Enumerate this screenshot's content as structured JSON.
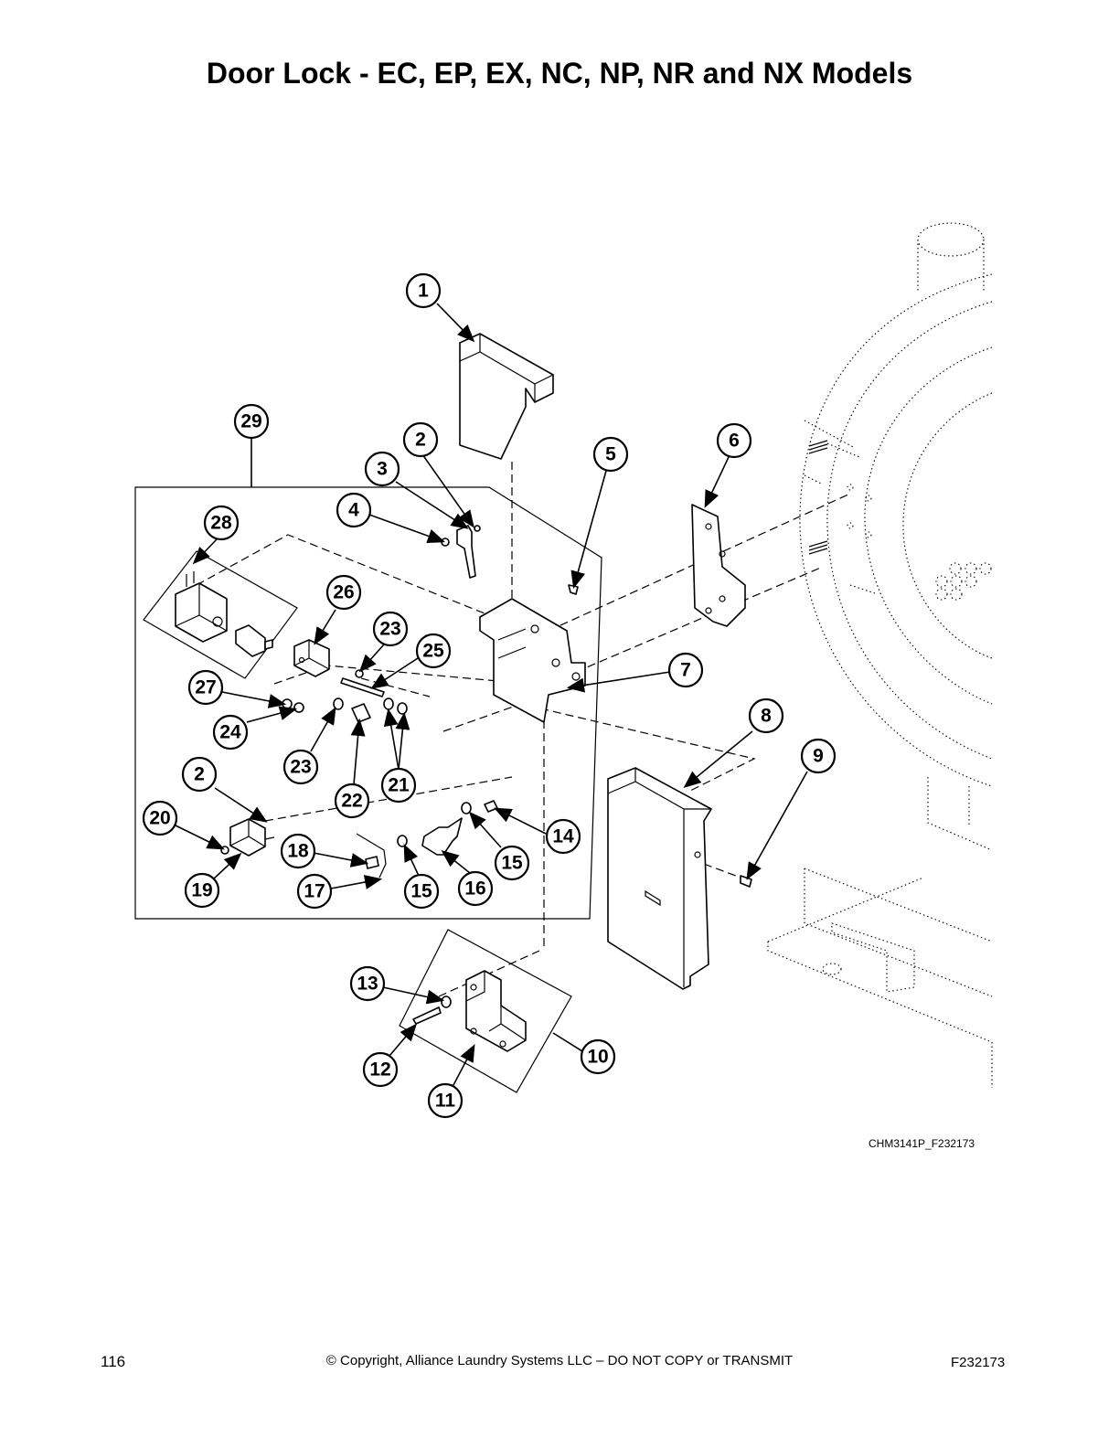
{
  "title": "Door Lock - EC, EP, EX, NC, NP, NR and NX Models",
  "drawing_id": "CHM3141P_F232173",
  "footer": {
    "page_number": "116",
    "copyright": "© Copyright, Alliance Laundry Systems LLC – DO NOT COPY or TRANSMIT",
    "document_number": "F232173"
  },
  "callouts": [
    "1",
    "2",
    "3",
    "4",
    "5",
    "6",
    "7",
    "8",
    "9",
    "10",
    "11",
    "12",
    "13",
    "14",
    "15",
    "16",
    "17",
    "18",
    "19",
    "20",
    "21",
    "22",
    "23",
    "24",
    "25",
    "26",
    "27",
    "28",
    "29"
  ],
  "callout_extras": [
    "2",
    "15",
    "23"
  ]
}
